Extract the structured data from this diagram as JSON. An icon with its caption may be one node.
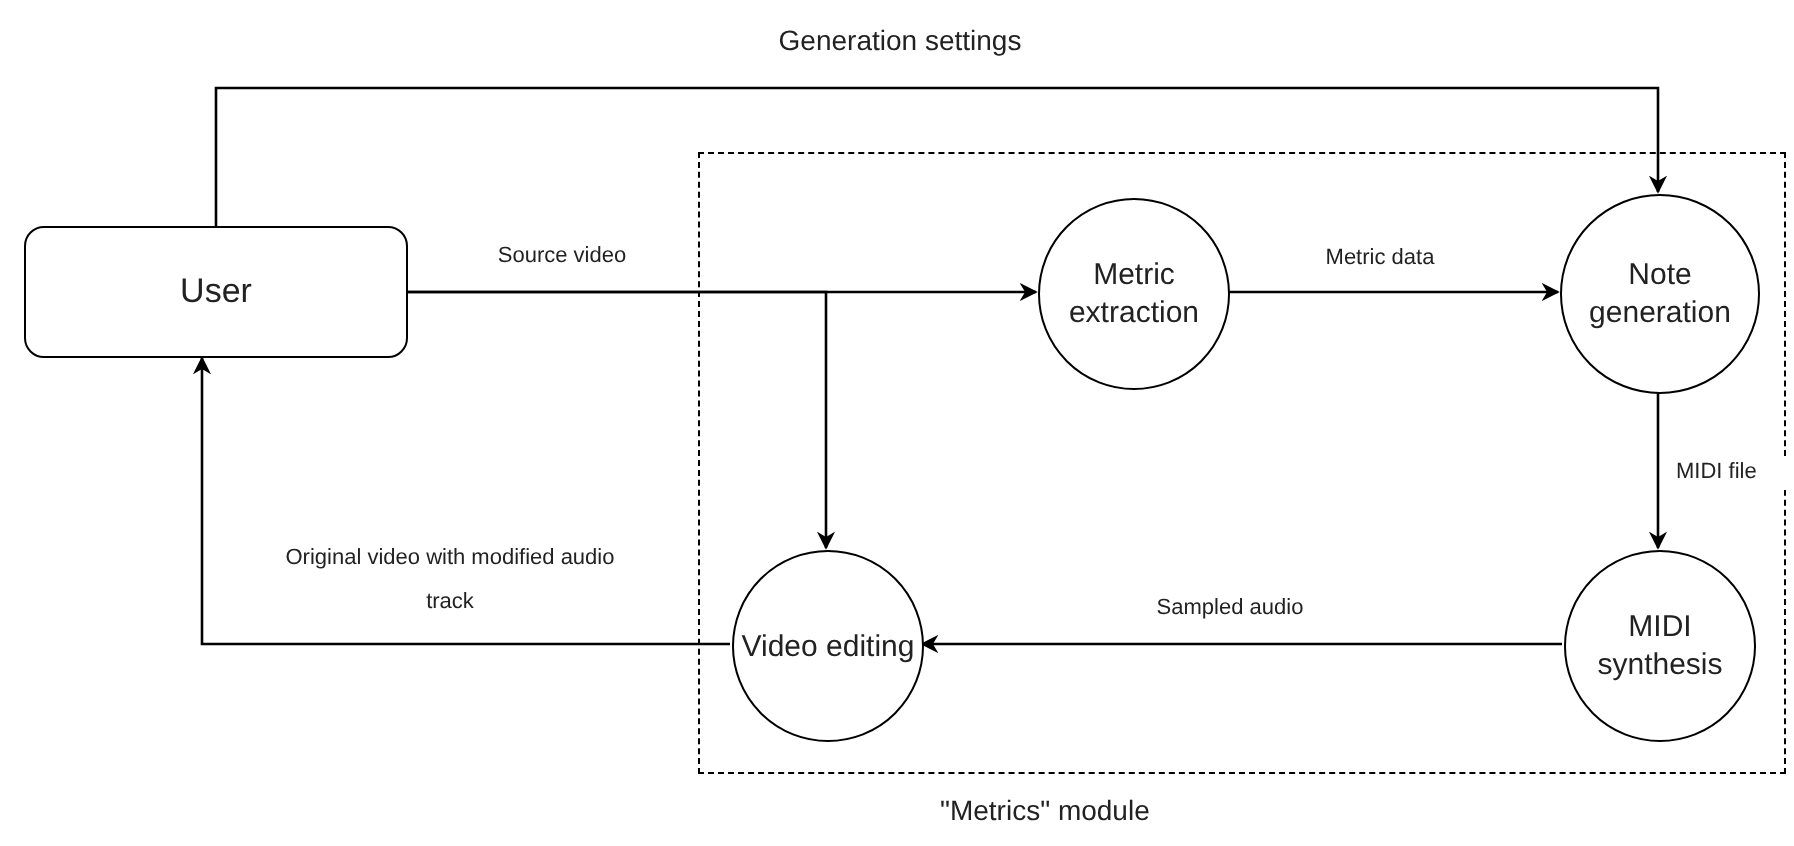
{
  "diagram": {
    "nodes": [
      {
        "text": [
          "\"Metrics\" module"
        ]
      },
      {
        "text": [
          "User"
        ]
      },
      {
        "text": [
          "Metric extraction"
        ],
        "in": 0
      },
      {
        "text": [
          "Note generation"
        ],
        "in": 0
      },
      {
        "text": [
          "Video editing"
        ],
        "in": 0
      },
      {
        "text": [
          "MIDI synthesis"
        ],
        "in": 0
      }
    ],
    "edges": [
      {
        "from": 1,
        "to": 3,
        "arrow": "to",
        "label": "Generation settings"
      },
      {
        "from": 1,
        "to": 2,
        "arrow": "to",
        "label": "Source video"
      },
      {
        "from": 1,
        "to": 4,
        "arrow": "to"
      },
      {
        "from": 2,
        "to": 3,
        "arrow": "to",
        "label": "Metric data"
      },
      {
        "from": 3,
        "to": 5,
        "arrow": "to",
        "label": "MIDI file"
      },
      {
        "from": 5,
        "to": 4,
        "arrow": "to",
        "label": "Sampled audio"
      },
      {
        "from": 4,
        "to": 1,
        "arrow": "to",
        "label": "Original video with modified audio track"
      }
    ]
  }
}
